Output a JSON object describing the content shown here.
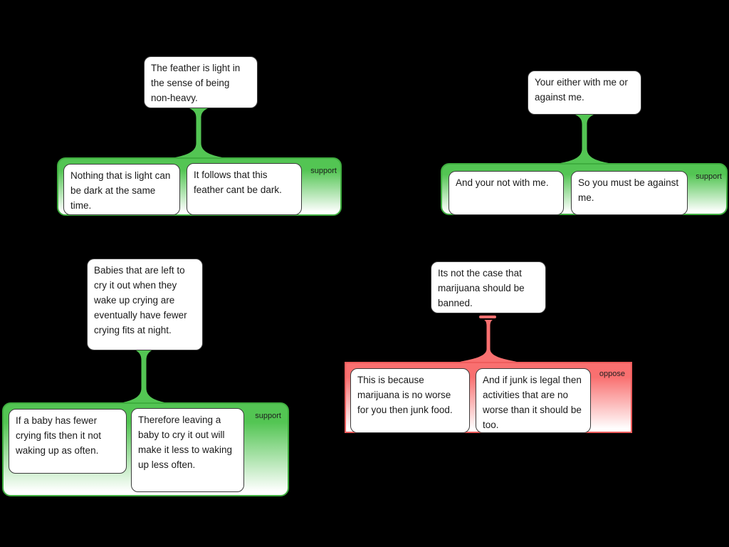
{
  "diagram_type": "argument-map",
  "colors": {
    "background": "#000000",
    "support": "#53c553",
    "support_border": "#3fae3f",
    "oppose": "#f97070",
    "oppose_border": "#ef5d5d",
    "box_border": "#3c3c3c",
    "text": "#1a1a1a",
    "label_text": "#1e1e1e"
  },
  "groups": [
    {
      "id": "feather",
      "relation": "support",
      "label": "support",
      "claim": "The feather is light in the sense of being non-heavy.",
      "premises": [
        "Nothing that is light can be dark at the same time.",
        "It follows that this feather cant be dark."
      ]
    },
    {
      "id": "with-me-or-against-me",
      "relation": "support",
      "label": "support",
      "claim": "Your either with me or against me.",
      "premises": [
        "And your not with me.",
        "So you must be against me."
      ]
    },
    {
      "id": "babies-cry-it-out",
      "relation": "support",
      "label": "support",
      "claim": "Babies that are left to cry it out when they wake up crying are eventually have fewer crying fits at night.",
      "premises": [
        "If a baby has fewer crying fits then it not waking up as often.",
        "Therefore leaving a baby to cry it out will make it less to waking up less often."
      ]
    },
    {
      "id": "marijuana-ban",
      "relation": "oppose",
      "label": "oppose",
      "claim": "Its not the case that marijuana should be banned.",
      "premises": [
        "This is because marijuana is no worse for you then junk food.",
        "And if junk is legal then activities  that are no worse than it should be too."
      ]
    }
  ]
}
